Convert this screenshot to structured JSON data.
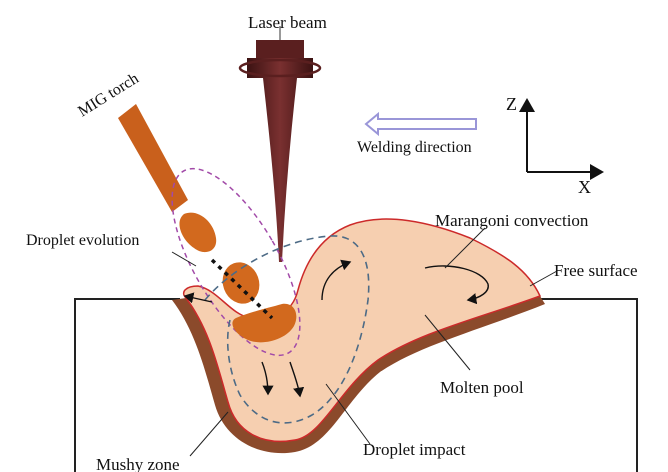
{
  "labels": {
    "laser_beam": "Laser beam",
    "mig_torch": "MIG torch",
    "welding_direction": "Welding direction",
    "axis_z": "Z",
    "axis_x": "X",
    "droplet_evolution": "Droplet evolution",
    "marangoni_convection": "Marangoni convection",
    "free_surface": "Free surface",
    "molten_pool": "Molten pool",
    "droplet_impact": "Droplet impact",
    "mushy_zone": "Mushy zone"
  },
  "colors": {
    "laser": "#5a1f1f",
    "torch": "#c9601c",
    "droplet": "#d2691e",
    "pool_fill": "#f6cfb0",
    "mushy": "#8b4a2b",
    "free_surface_edge": "#cc2a2a",
    "dashed_torch": "#a24aa8",
    "dashed_flow": "#4d6b86",
    "direction_arrow": "#9a96d8"
  },
  "icons": {
    "welding_direction_arrow": "left-arrow-icon",
    "axis": "axis-icon"
  }
}
